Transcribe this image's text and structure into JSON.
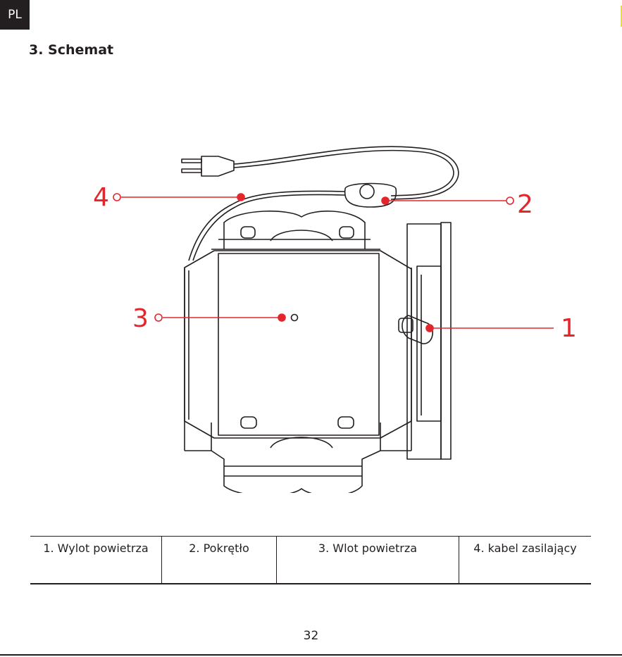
{
  "badge": "PL",
  "section_title": "3. Schemat",
  "callouts": [
    "1",
    "2",
    "3",
    "4"
  ],
  "legend": [
    "1. Wylot powietrza",
    "2. Pokrętło",
    "3. Wlot powietrza",
    "4. kabel zasilający"
  ],
  "page_number": "32",
  "colors": {
    "accent": "#e3262c",
    "line": "#231f20",
    "badge_bg": "#231f20"
  }
}
